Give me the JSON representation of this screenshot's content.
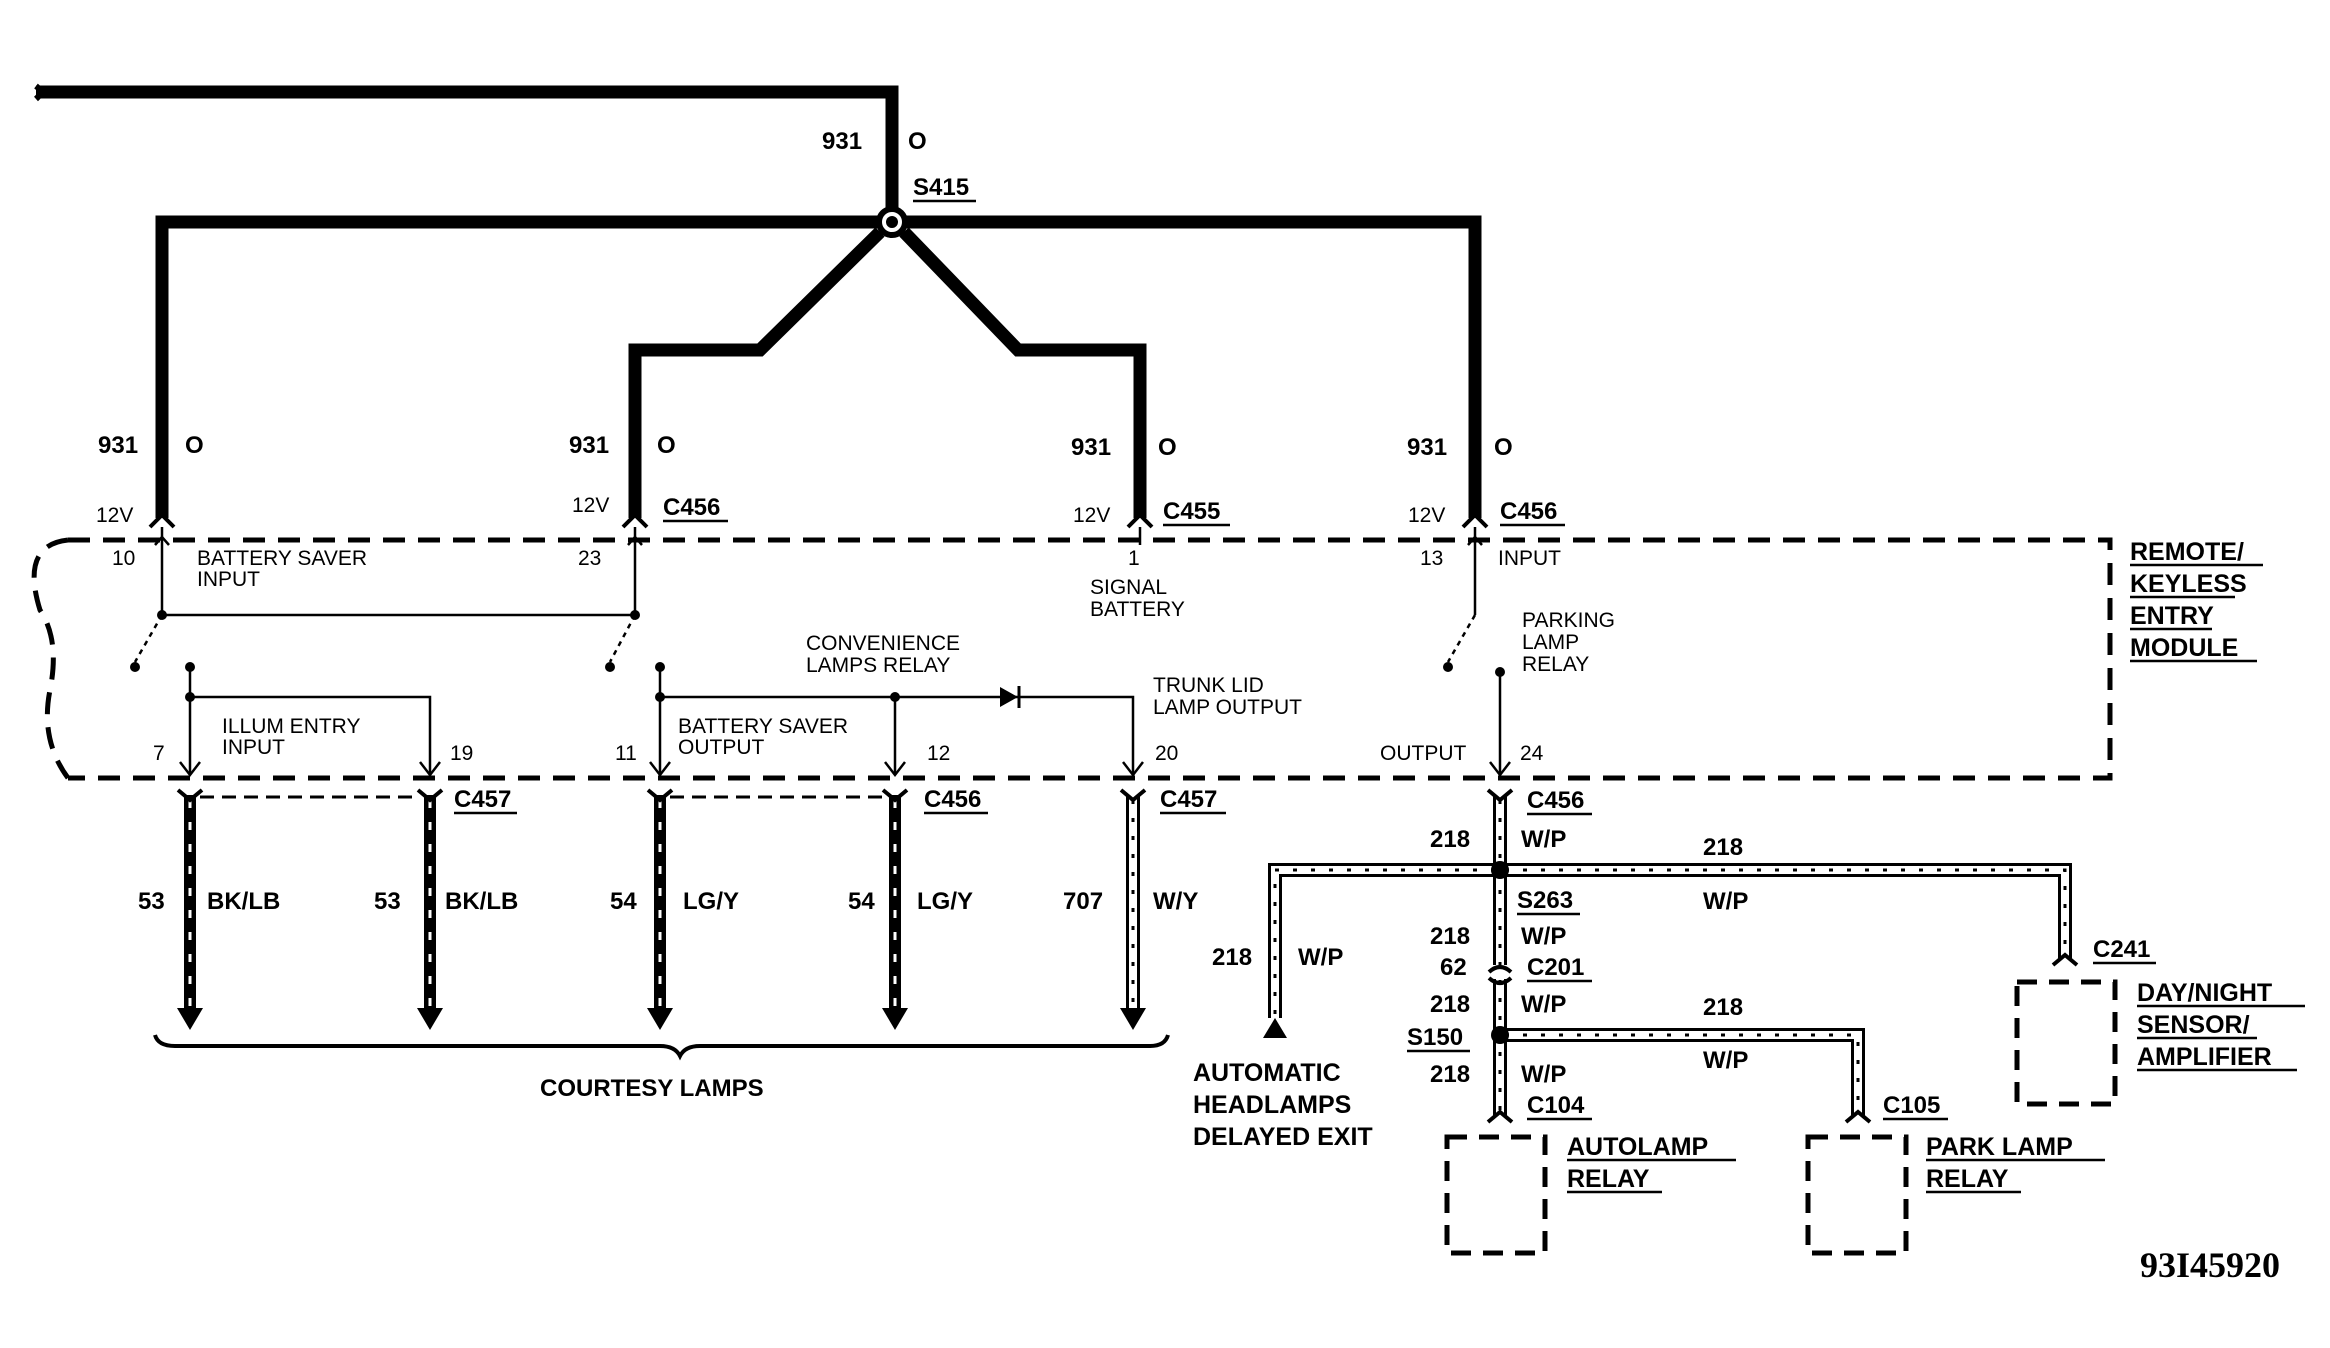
{
  "diagram_id": "93I45920",
  "feed": {
    "circuit": "931",
    "color": "O",
    "splice": "S415"
  },
  "power_taps": [
    {
      "circuit": "931",
      "color": "O",
      "voltage": "12V",
      "connector": "",
      "pin": "10",
      "label": "BATTERY SAVER INPUT"
    },
    {
      "circuit": "931",
      "color": "O",
      "voltage": "12V",
      "connector": "C456",
      "pin": "23",
      "label": ""
    },
    {
      "circuit": "931",
      "color": "O",
      "voltage": "12V",
      "connector": "C455",
      "pin": "1",
      "label": "SIGNAL BATTERY"
    },
    {
      "circuit": "931",
      "color": "O",
      "voltage": "12V",
      "connector": "C456",
      "pin": "13",
      "label": "INPUT"
    }
  ],
  "module": {
    "name": "REMOTE/ KEYLESS ENTRY MODULE",
    "lines": [
      "REMOTE/",
      "KEYLESS",
      "ENTRY",
      "MODULE"
    ]
  },
  "relays": {
    "convenience": "CONVENIENCE LAMPS RELAY",
    "convenience_lines": [
      "CONVENIENCE",
      "LAMPS RELAY"
    ],
    "parking": "PARKING LAMP RELAY",
    "parking_lines": [
      "PARKING",
      "LAMP",
      "RELAY"
    ]
  },
  "internal_labels": {
    "battery_saver_input": [
      "BATTERY SAVER",
      "INPUT"
    ],
    "illum_entry_input": [
      "ILLUM ENTRY",
      "INPUT"
    ],
    "battery_saver_output": [
      "BATTERY SAVER",
      "OUTPUT"
    ],
    "trunk_lid_lamp_output": [
      "TRUNK LID",
      "LAMP OUTPUT"
    ],
    "signal_battery": [
      "SIGNAL",
      "BATTERY"
    ],
    "output": "OUTPUT"
  },
  "output_pins": [
    {
      "pin": "7",
      "connector": "",
      "circuit": "53",
      "color": "BK/LB"
    },
    {
      "pin": "19",
      "connector": "C457",
      "circuit": "53",
      "color": "BK/LB"
    },
    {
      "pin": "11",
      "connector": "",
      "circuit": "54",
      "color": "LG/Y"
    },
    {
      "pin": "12",
      "connector": "C456",
      "circuit": "54",
      "color": "LG/Y"
    },
    {
      "pin": "20",
      "connector": "C457",
      "circuit": "707",
      "color": "W/Y"
    }
  ],
  "courtesy_lamps": "COURTESY LAMPS",
  "output_24": {
    "pin": "24",
    "connector": "C456",
    "circuit": "218",
    "color": "W/P",
    "splice_s263": "S263",
    "connector_c201": "C201",
    "c201_circuit": "62",
    "splice_s150": "S150",
    "connector_c104": "C104",
    "connector_c241": "C241",
    "connector_c105": "C105"
  },
  "components": {
    "autolamp_relay": [
      "AUTOLAMP",
      "RELAY"
    ],
    "park_lamp_relay": [
      "PARK LAMP",
      "RELAY"
    ],
    "day_night_sensor": [
      "DAY/NIGHT",
      "SENSOR/",
      "AMPLIFIER"
    ],
    "auto_headlamps": [
      "AUTOMATIC",
      "HEADLAMPS",
      "DELAYED EXIT"
    ]
  }
}
